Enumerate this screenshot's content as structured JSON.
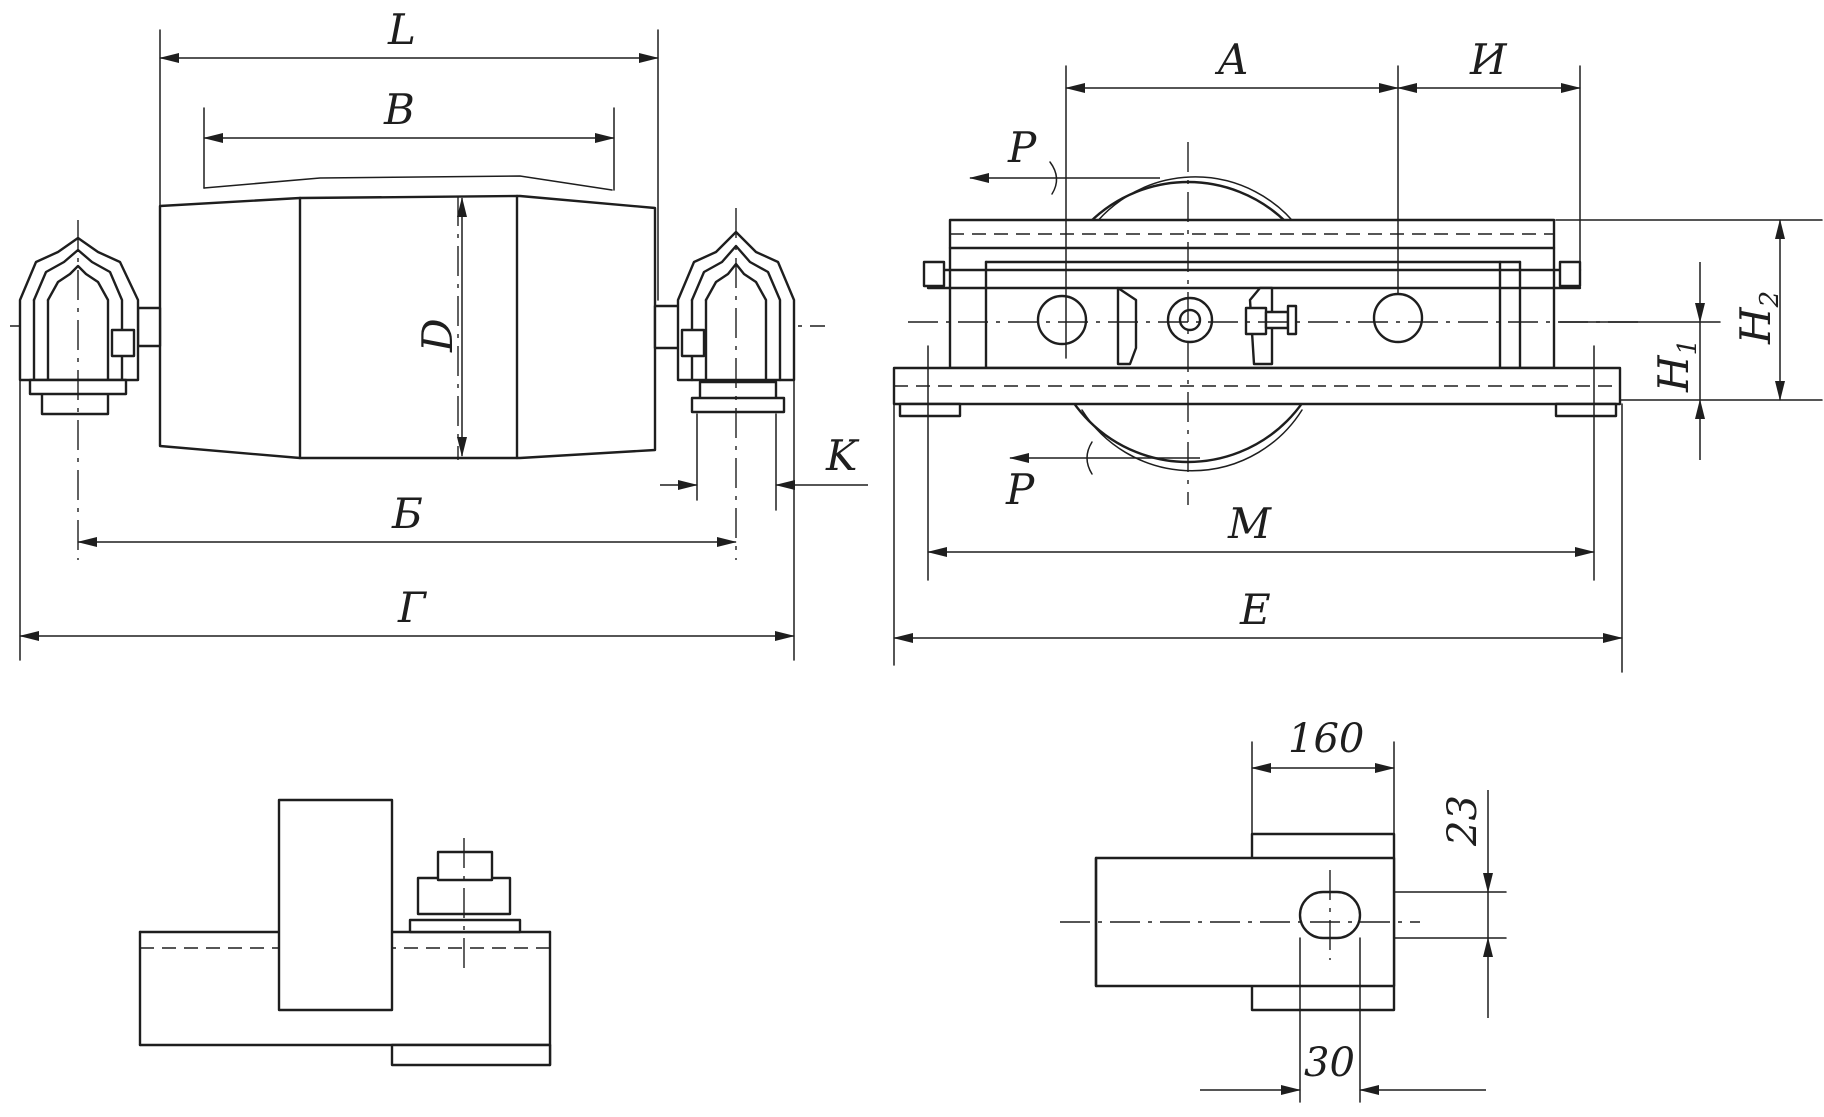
{
  "labels": {
    "L": "L",
    "B": "B",
    "D": "D",
    "Б": "Б",
    "Г": "Г",
    "K": "K",
    "A": "A",
    "И": "И",
    "P_top": "P",
    "P_bottom": "P",
    "H1_main": "H",
    "H1_sub": "1",
    "H2_main": "H",
    "H2_sub": "2",
    "M": "M",
    "E": "E",
    "dim160": "160",
    "dim23": "23",
    "dim30": "30"
  }
}
